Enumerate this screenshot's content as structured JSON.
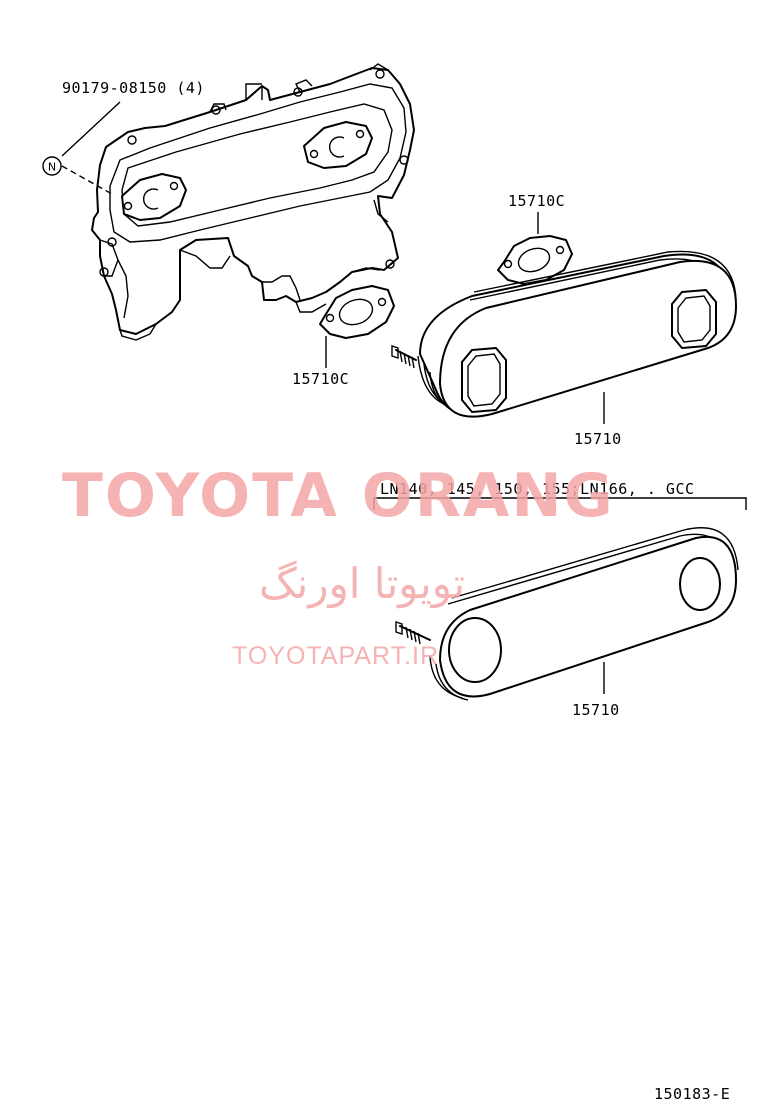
{
  "labels": {
    "bolt": "90179-08150 (4)",
    "bolt_symbol": "N",
    "gasket_upper": "15710C",
    "gasket_lower": "15710C",
    "cooler_upper": "15710",
    "applicability": "LN140, 145, 150, 155;LN166, . GCC",
    "cooler_lower": "15710",
    "diagram_code": "150183-E"
  },
  "watermark": {
    "brand": "TOYOTA ORANG",
    "persian": "تويوتا اورنگ",
    "site": "TOYOTAPART.IR",
    "color": "#f4a6a6"
  }
}
